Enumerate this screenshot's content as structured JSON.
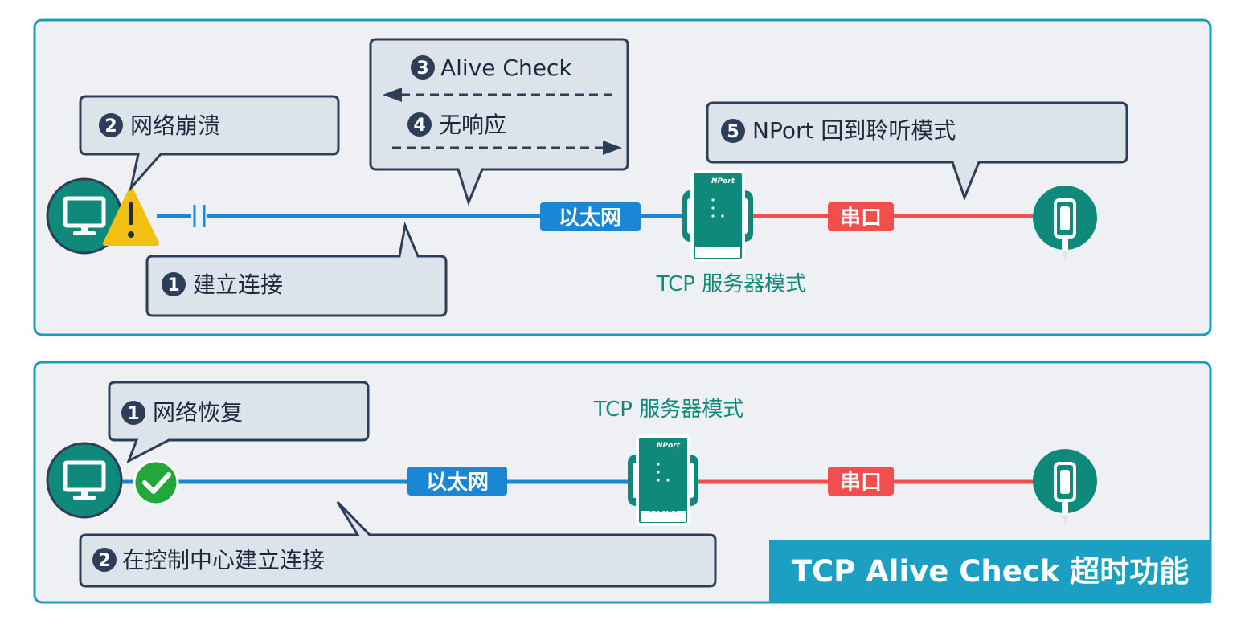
{
  "colors": {
    "panel_bg": "#eef0f4",
    "panel_border": "#1b9bc0",
    "ethernet_line": "#1a86d4",
    "serial_line": "#f24e4e",
    "device_teal": "#0f8a7a",
    "callout_bg": "#dde3ea",
    "callout_border": "#2d3e58",
    "banner_bg": "#1ba0c4",
    "warning": "#f2c012",
    "ok": "#22a838"
  },
  "top_panel": {
    "callouts": [
      {
        "num": "1",
        "text": "建立连接"
      },
      {
        "num": "2",
        "text": "网络崩溃"
      },
      {
        "num": "3",
        "text": "Alive Check"
      },
      {
        "num": "4",
        "text": "无响应"
      },
      {
        "num": "5",
        "text": "NPort 回到聆听模式"
      }
    ],
    "ethernet_label": "以太网",
    "serial_label": "串口",
    "mode_label": "TCP 服务器模式",
    "status_icon": "warning-icon"
  },
  "bottom_panel": {
    "callouts": [
      {
        "num": "1",
        "text": "网络恢复"
      },
      {
        "num": "2",
        "text": "在控制中心建立连接"
      }
    ],
    "ethernet_label": "以太网",
    "serial_label": "串口",
    "mode_label": "TCP 服务器模式",
    "status_icon": "check-icon"
  },
  "device": {
    "logo": "NPort",
    "brand": "MOXA"
  },
  "banner": {
    "title": "TCP Alive Check 超时功能"
  },
  "icons": [
    "monitor-icon",
    "warning-icon",
    "check-icon",
    "serial-connector-icon",
    "nport-device-icon"
  ]
}
